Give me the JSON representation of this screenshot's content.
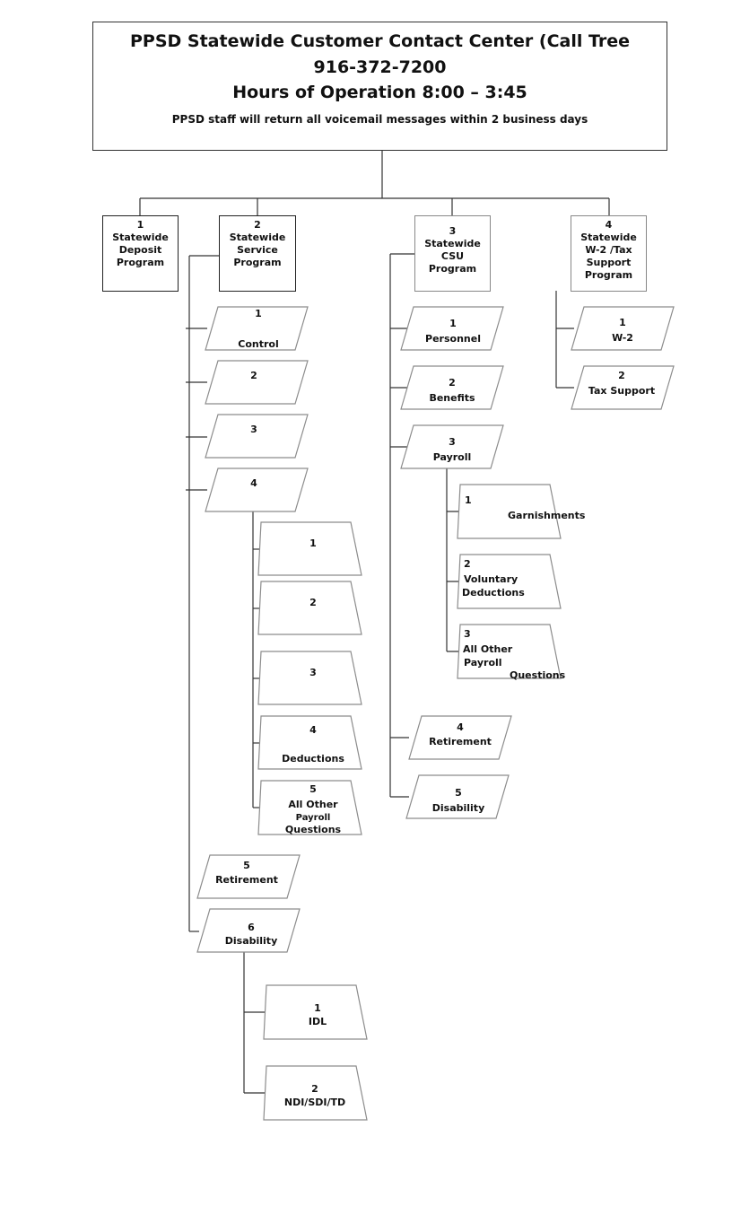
{
  "header": {
    "title": "PPSD Statewide Customer Contact Center (Call Tree",
    "phone": "916-372-7200",
    "hours": "Hours of Operation 8:00 – 3:45",
    "note": "PPSD staff will return all voicemail messages within 2 business days"
  },
  "top_nodes": [
    {
      "lines": [
        "1",
        "Statewide",
        "",
        "Deposit",
        "Program"
      ]
    },
    {
      "lines": [
        "2",
        "Statewide",
        "",
        "Service",
        "Program"
      ]
    },
    {
      "lines": [
        "3",
        "Statewide",
        "CSU",
        "Program"
      ]
    },
    {
      "lines": [
        "4",
        "Statewide",
        "W-2 /Tax",
        "Support",
        "Program"
      ]
    }
  ],
  "service_options": [
    {
      "lines": [
        "1",
        "",
        "Control"
      ]
    },
    {
      "lines": [
        "2"
      ]
    },
    {
      "lines": [
        "3"
      ]
    },
    {
      "lines": [
        "4"
      ]
    },
    {
      "lines": [
        "5",
        "Retirement"
      ]
    },
    {
      "lines": [
        "6",
        "Disability"
      ]
    }
  ],
  "service_payroll_options": [
    {
      "lines": [
        "1"
      ]
    },
    {
      "lines": [
        "2"
      ]
    },
    {
      "lines": [
        "3"
      ]
    },
    {
      "lines": [
        "4",
        "",
        "Deductions"
      ]
    },
    {
      "lines": [
        "5",
        "All Other",
        "Payroll",
        "Questions"
      ]
    }
  ],
  "service_disability_options": [
    {
      "lines": [
        "1",
        "IDL"
      ]
    },
    {
      "lines": [
        "2",
        "NDI/SDI/TD"
      ]
    }
  ],
  "csu_options": [
    {
      "lines": [
        "1",
        "Personnel"
      ]
    },
    {
      "lines": [
        "2",
        "Benefits"
      ]
    },
    {
      "lines": [
        "3",
        "Payroll"
      ]
    },
    {
      "lines": [
        "4",
        "Retirement"
      ]
    },
    {
      "lines": [
        "5",
        "Disability"
      ]
    }
  ],
  "csu_payroll_options": [
    {
      "lines": [
        "1",
        "Garnishments"
      ]
    },
    {
      "lines": [
        "2",
        "Voluntary",
        "Deductions"
      ]
    },
    {
      "lines": [
        "3",
        "All Other",
        "Payroll",
        "Questions"
      ]
    }
  ],
  "w2_options": [
    {
      "lines": [
        "1",
        "W-2"
      ]
    },
    {
      "lines": [
        "2",
        "Tax Support"
      ]
    }
  ],
  "colors": {
    "line": "#333333",
    "shape_border": "#8c8c8c",
    "box_border": "#222222",
    "text": "#111111"
  }
}
